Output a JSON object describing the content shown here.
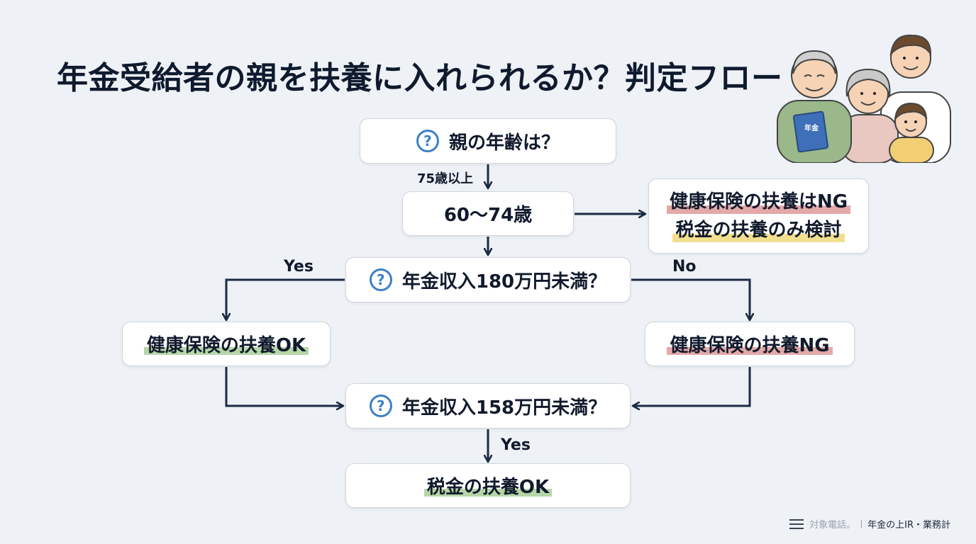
{
  "title": "年金受給者の親を扶養に入れられるか？判定フロー",
  "nodes": {
    "age_question": "親の年齢は？",
    "age_60_74": "60〜74歳",
    "ng_line1": "健康保険の扶養はNG",
    "ng_line2": "税金の扶養のみ検討",
    "income_180": "年金収入180万円未満？",
    "health_ok": "健康保険の扶養OK",
    "health_ng": "健康保険の扶養NG",
    "income_158": "年金収入158万円未満？",
    "tax_ok": "税金の扶養OK"
  },
  "edge_labels": {
    "age_75": "75歳以上",
    "yes_left": "Yes",
    "no_right": "No",
    "yes_bottom": "Yes"
  },
  "illustration": {
    "book_text": "年金"
  },
  "footer": {
    "left_text": "対象電話。",
    "right_text": "年金の上IR・業務計"
  },
  "colors": {
    "background": "#eef1f5",
    "text": "#111a2c",
    "arrow": "#1b2a44",
    "question_icon": "#3c7fc8",
    "highlight_green": "#b6d6a8",
    "highlight_red": "#e3a8a8",
    "highlight_yellow": "#f2df8e"
  }
}
